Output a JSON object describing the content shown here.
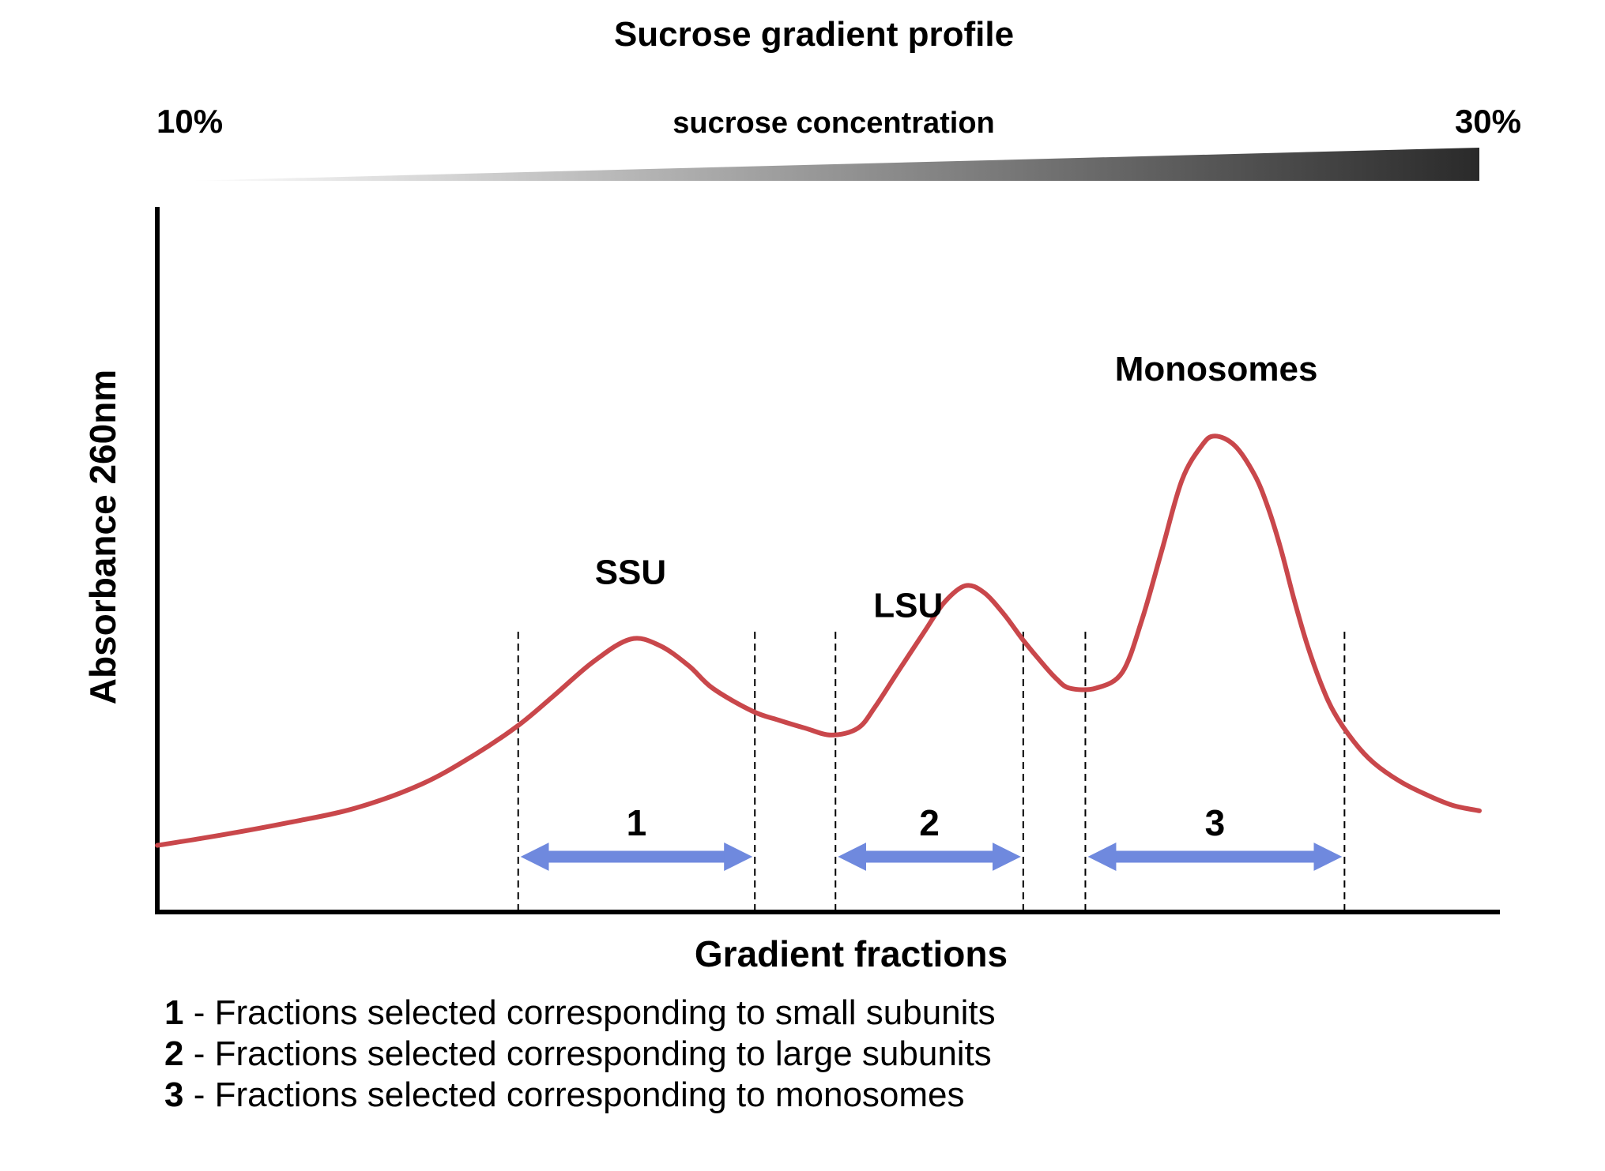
{
  "chart_data": {
    "type": "line",
    "title": "Sucrose gradient profile",
    "gradient_bar": {
      "label": "sucrose concentration",
      "start_label": "10%",
      "end_label": "30%",
      "start_color": "#ffffff",
      "end_color": "#2a2a2a"
    },
    "xlabel": "Gradient fractions",
    "ylabel": "Absorbance 260nm",
    "xlim": [
      0,
      100
    ],
    "ylim": [
      0,
      100
    ],
    "grid": false,
    "series": [
      {
        "color": "#c9474b",
        "x": [
          0,
          5,
          10,
          15,
          20,
          24,
          27.3,
          30,
          33,
          35.8,
          38,
          40.2,
          42,
          45,
          47,
          49,
          51,
          53,
          54.3,
          56,
          58,
          59.5,
          61.1,
          62.5,
          64,
          65.5,
          67,
          68,
          69,
          71,
          73,
          74.5,
          76,
          77.5,
          79,
          80,
          81.5,
          83,
          84,
          85,
          86,
          87,
          88,
          89,
          90.5,
          92,
          94,
          96,
          98,
          100
        ],
        "y": [
          12.5,
          14.5,
          16.8,
          19.5,
          24,
          29.5,
          35,
          40.6,
          47,
          51.2,
          50,
          46.2,
          42,
          37.7,
          36,
          34.5,
          33.2,
          34.5,
          38.5,
          45,
          52.5,
          58,
          61.2,
          60,
          56,
          51,
          46.5,
          43.8,
          42,
          42,
          45,
          55,
          68,
          81,
          87.5,
          89.3,
          87.5,
          82,
          76,
          68,
          58.5,
          50,
          43,
          37.5,
          32,
          28,
          24.5,
          22,
          20,
          19
        ]
      }
    ],
    "annotations": [
      {
        "text": "SSU",
        "x": 35.8
      },
      {
        "text": "LSU",
        "x": 56.8
      },
      {
        "text": "Monosomes",
        "x": 80.1
      }
    ],
    "dashed_lines_x": [
      27.3,
      45.2,
      51.3,
      65.5,
      70.2,
      89.8
    ],
    "ranges": [
      {
        "label": "1",
        "x0": 27.3,
        "x1": 45.2
      },
      {
        "label": "2",
        "x0": 51.3,
        "x1": 65.5
      },
      {
        "label": "3",
        "x0": 70.2,
        "x1": 89.8
      }
    ],
    "range_color": "#6f89de",
    "legend": [
      {
        "key": "1",
        "text": " - Fractions selected corresponding to small subunits"
      },
      {
        "key": "2",
        "text": " - Fractions selected corresponding to large subunits"
      },
      {
        "key": "3",
        "text": " - Fractions selected corresponding to monosomes"
      }
    ]
  }
}
